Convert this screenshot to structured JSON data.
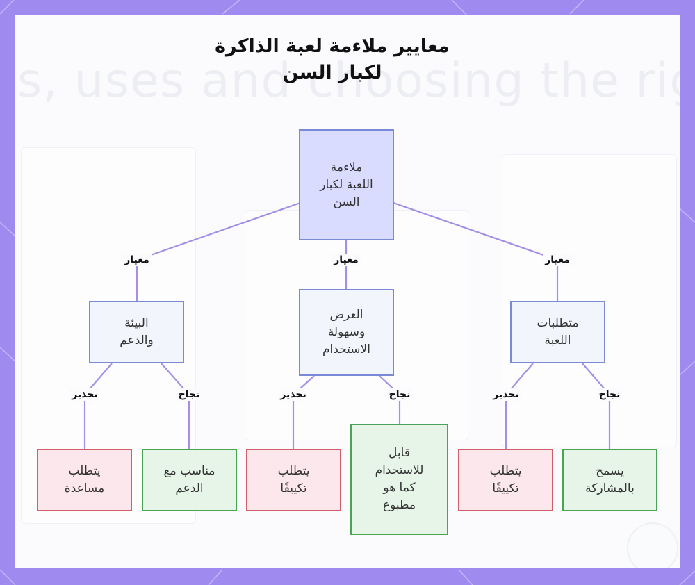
{
  "title": {
    "line1": "معايير ملاءمة لعبة الذاكرة",
    "line2": "لكبار السن"
  },
  "background_ghost_text": "es, uses and choosing the right",
  "colors": {
    "frame": "#9f8af0",
    "edge": "#a48ee6",
    "root_fill": "#d9dcfe",
    "criterion_fill": "#f3f5fd",
    "warning_fill": "#fce8ec",
    "success_fill": "#e6f5e8"
  },
  "nodes": {
    "root": "ملاءمة\nاللعبة لكبار\nالسن",
    "environment": "البيئة\nوالدعم",
    "display": "العرض\nوسهولة\nالاستخدام",
    "requirements": "متطلبات\nاللعبة",
    "env_warning": "يتطلب\nمساعدة",
    "env_success": "مناسب مع\nالدعم",
    "display_warning": "يتطلب\nتكييفًا",
    "display_success": "قابل\nللاستخدام\nكما هو\nمطبوع",
    "req_warning": "يتطلب\nتكييفًا",
    "req_success": "يسمح\nبالمشاركة"
  },
  "edge_labels": {
    "criterion": "معيار",
    "warning": "تحذير",
    "success": "نجاح"
  }
}
